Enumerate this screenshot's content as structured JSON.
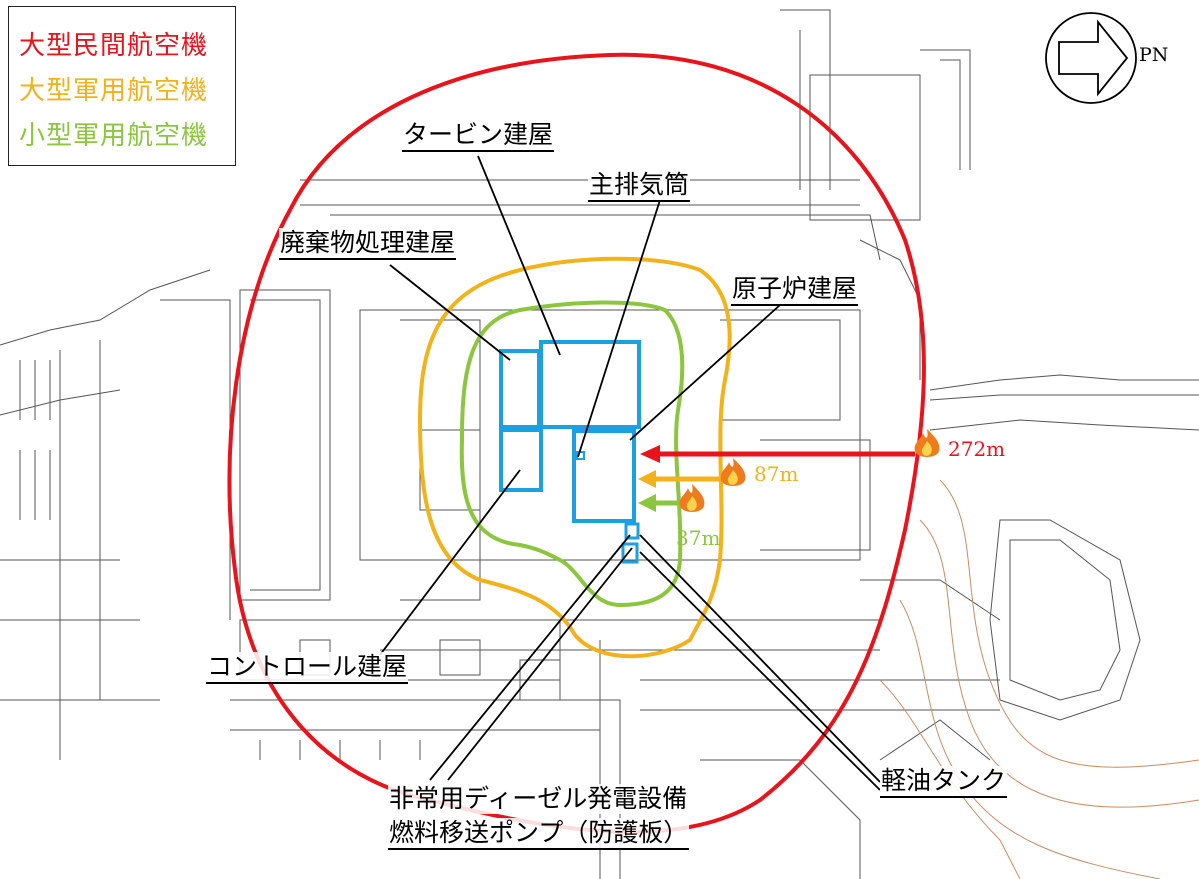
{
  "legend": {
    "items": [
      {
        "label": "大型民間航空機",
        "color": "#e8141b"
      },
      {
        "label": "大型軍用航空機",
        "color": "#f2b21b"
      },
      {
        "label": "小型軍用航空機",
        "color": "#8cc63f"
      }
    ]
  },
  "compass": {
    "label": "PN"
  },
  "buildings": {
    "turbine": "タービン建屋",
    "stack": "主排気筒",
    "waste": "廃棄物処理建屋",
    "reactor": "原子炉建屋",
    "control": "コントロール建屋",
    "diesel_line1": "非常用ディーゼル発電設備",
    "diesel_line2": "燃料移送ポンプ（防護板）",
    "oil_tank": "軽油タンク"
  },
  "distances": {
    "civil": "272m",
    "large_military": "87m",
    "small_military": "37m"
  },
  "colors": {
    "civil": "#e8141b",
    "large_military": "#f2b21b",
    "small_military": "#8cc63f",
    "facility": "#1ba1e2"
  }
}
